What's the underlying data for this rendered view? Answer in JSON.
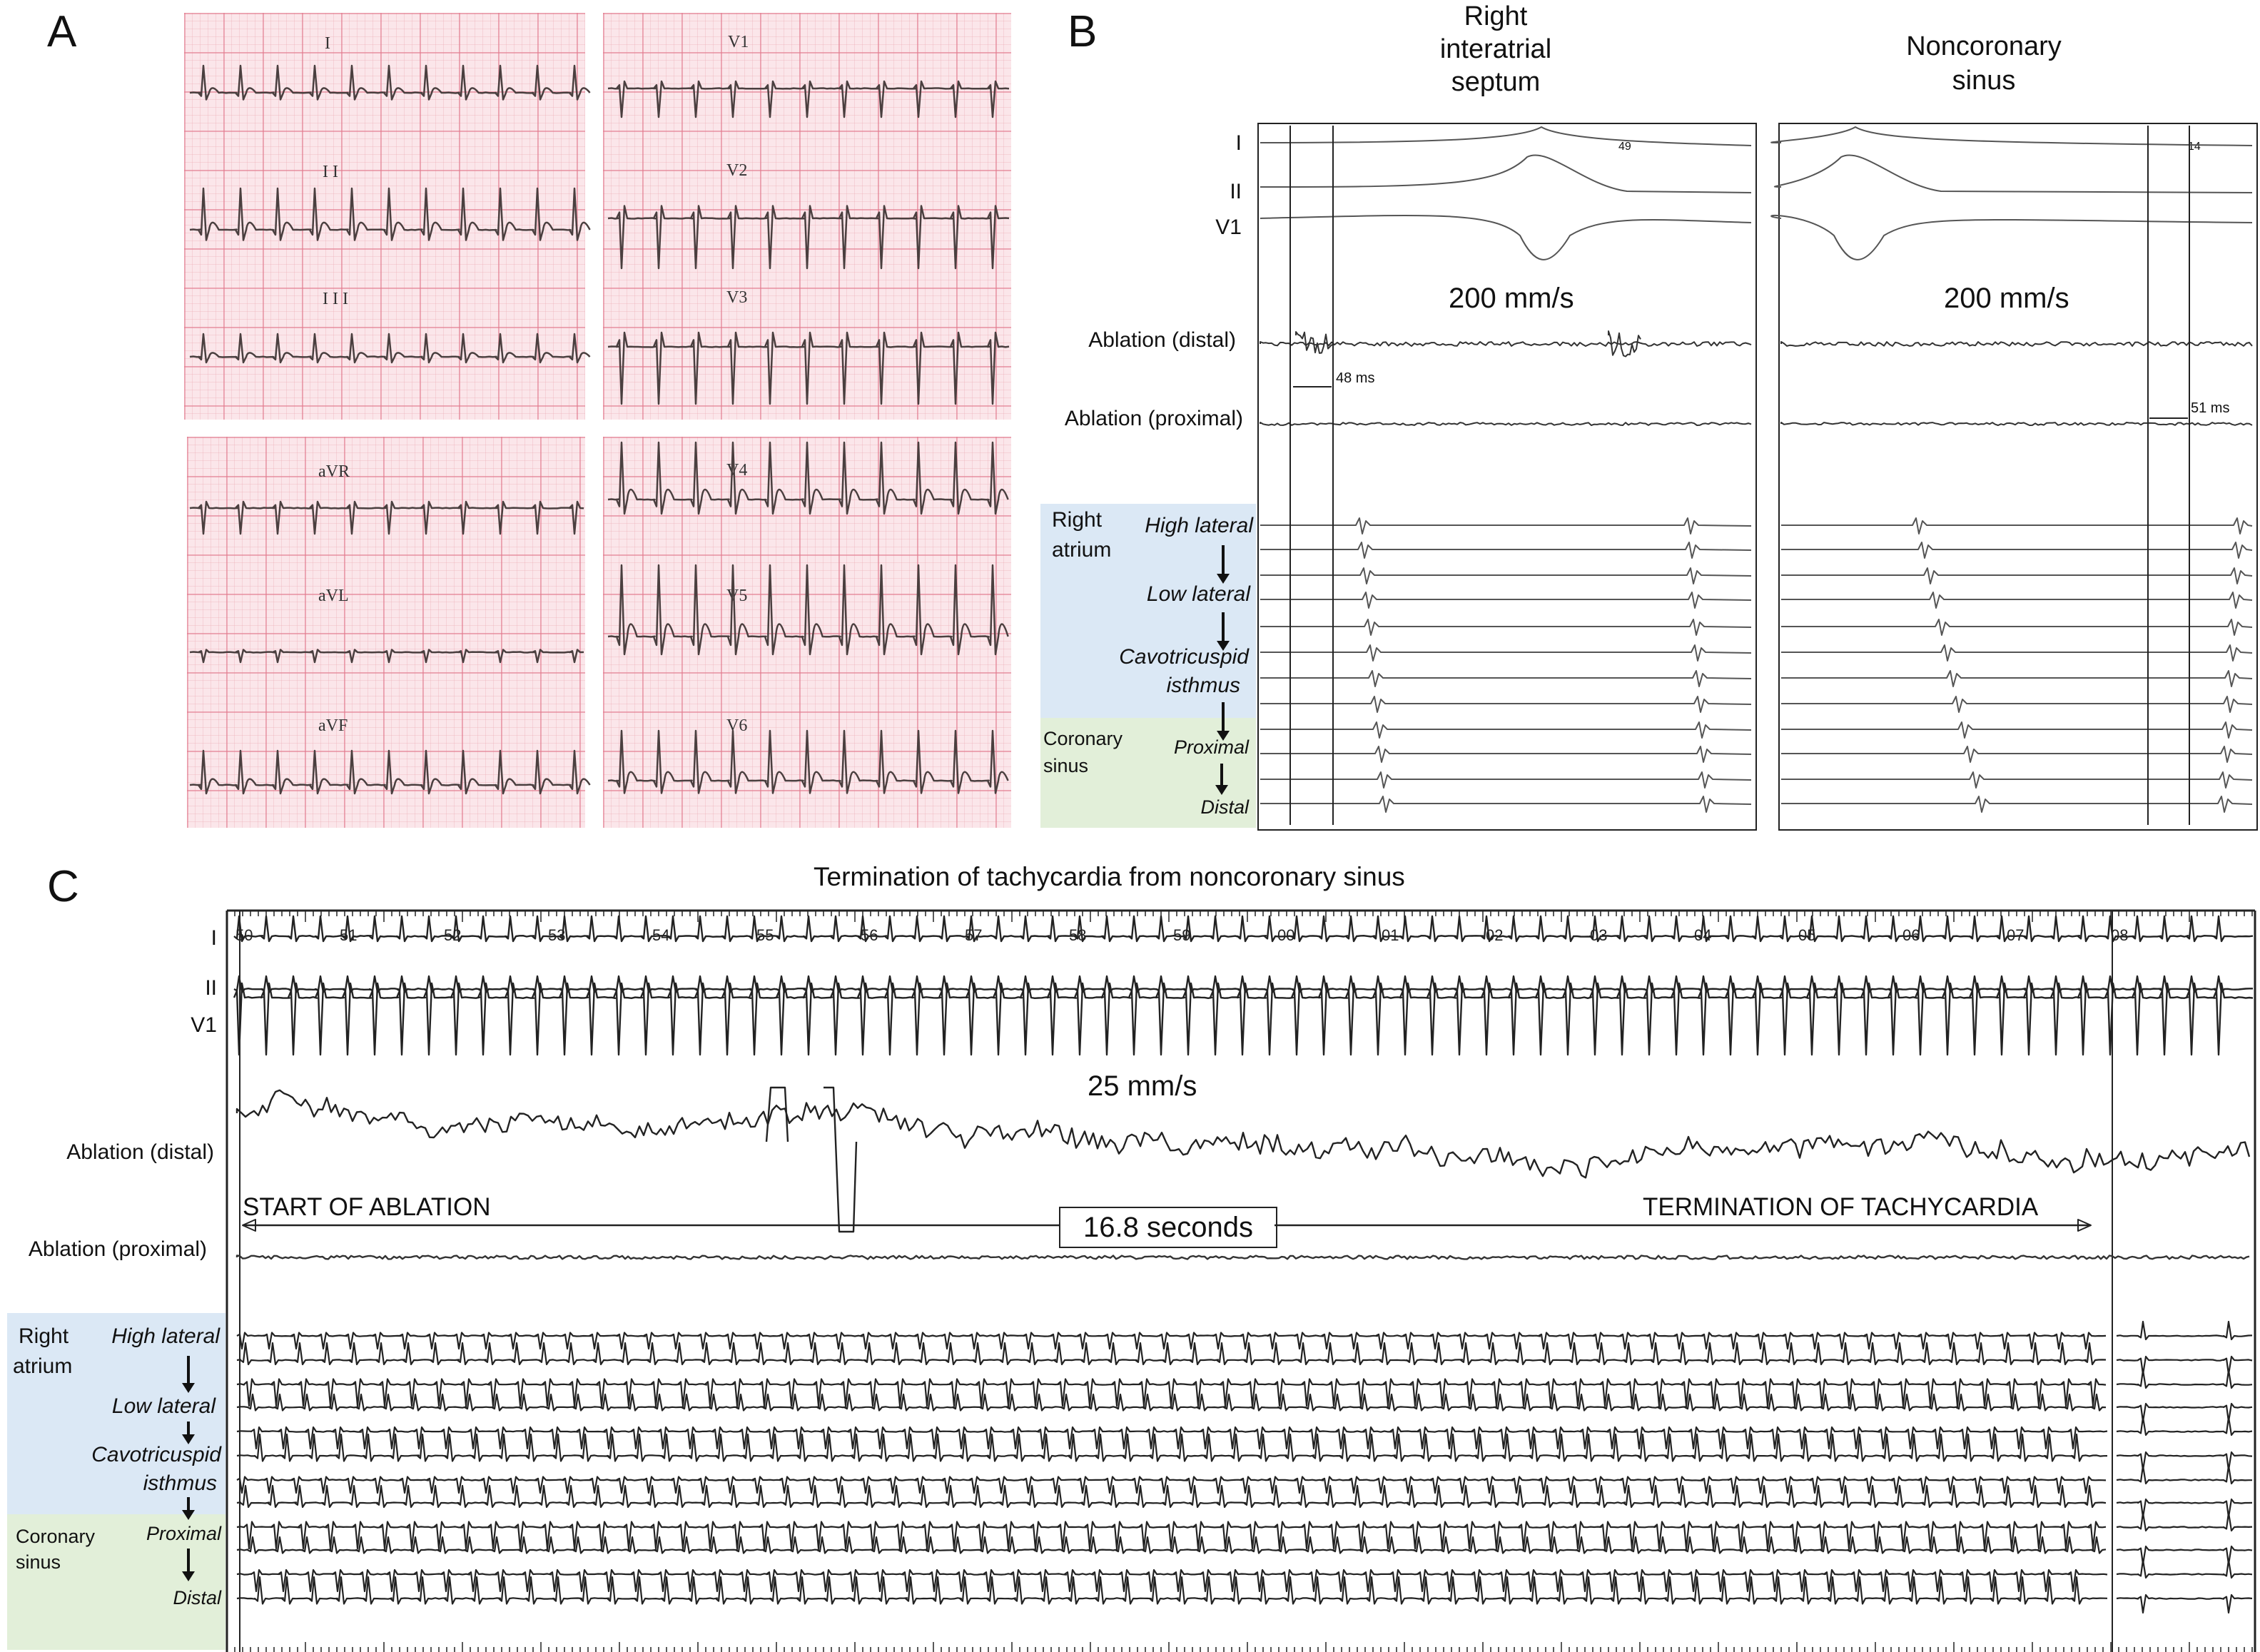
{
  "panel_a": {
    "letter": "A",
    "leads_left_top": [
      "I",
      "I I",
      "I I I"
    ],
    "leads_right_top": [
      "V1",
      "V2",
      "V3"
    ],
    "leads_left_bottom": [
      "aVR",
      "aVL",
      "aVF"
    ],
    "leads_right_bottom": [
      "V4",
      "V5",
      "V6"
    ]
  },
  "panel_b": {
    "letter": "B",
    "col_left_title": [
      "Right",
      "interatrial",
      "septum"
    ],
    "col_right_title": [
      "Noncoronary",
      "sinus"
    ],
    "surface_leads": [
      "I",
      "II",
      "V1"
    ],
    "speed_left": "200 mm/s",
    "speed_right": "200 mm/s",
    "abl_distal": "Ablation (distal)",
    "abl_proximal": "Ablation (proximal)",
    "interval_left": "48 ms",
    "interval_right": "51 ms",
    "marker_left": "49",
    "marker_right": "14",
    "right_atrium": [
      "Right",
      "atrium"
    ],
    "high_lateral": "High lateral",
    "low_lateral": "Low lateral",
    "cti": [
      "Cavotricuspid",
      "isthmus"
    ],
    "coronary_sinus": [
      "Coronary",
      "sinus"
    ],
    "proximal": "Proximal",
    "distal": "Distal"
  },
  "panel_c": {
    "letter": "C",
    "title": "Termination of tachycardia from noncoronary sinus",
    "surface_leads": [
      "I",
      "II",
      "V1"
    ],
    "speed": "25 mm/s",
    "abl_distal": "Ablation (distal)",
    "abl_proximal": "Ablation (proximal)",
    "start_label": "START OF ABLATION",
    "end_label": "TERMINATION OF TACHYCARDIA",
    "duration": "16.8 seconds",
    "time_ticks": [
      "50",
      "51",
      "52",
      "53",
      "54",
      "55",
      "56",
      "57",
      "58",
      "59",
      "00",
      "01",
      "02",
      "03",
      "04",
      "05",
      "06",
      "07",
      "08"
    ],
    "right_atrium": [
      "Right",
      "atrium"
    ],
    "high_lateral": "High lateral",
    "low_lateral": "Low lateral",
    "cti": [
      "Cavotricuspid",
      "isthmus"
    ],
    "coronary_sinus": [
      "Coronary",
      "sinus"
    ],
    "proximal": "Proximal",
    "distal": "Distal"
  }
}
